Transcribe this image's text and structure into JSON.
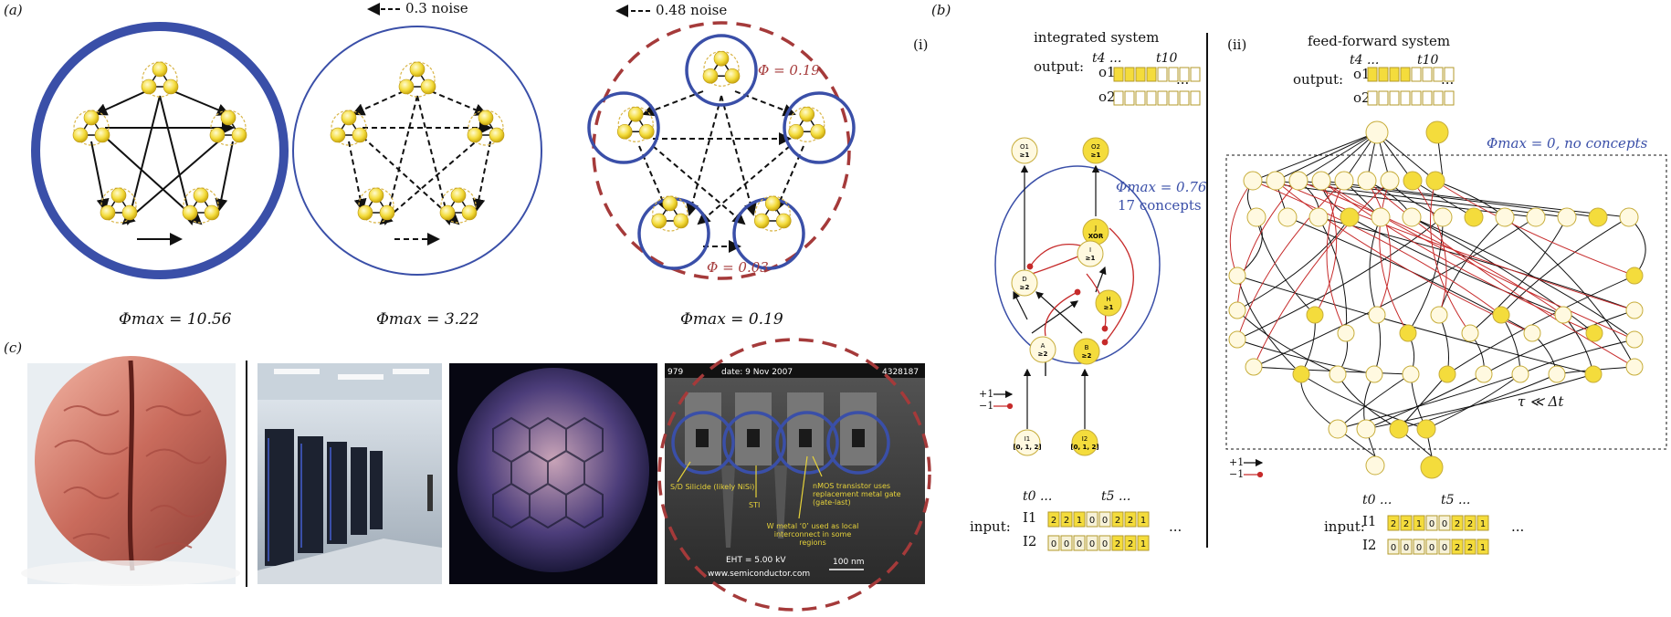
{
  "panel_a": {
    "label": "(a)",
    "noise_1": "0.3 noise",
    "noise_2": "0.48 noise",
    "phi_1": "Φmax = 10.56",
    "phi_2": "Φmax = 3.22",
    "phi_3": "Φmax = 0.19",
    "phi_local": "Φ = 0.19",
    "phi_global": "Φ = 0.03"
  },
  "panel_b": {
    "label": "(b)",
    "part_i": "(i)",
    "part_ii": "(ii)",
    "title_i": "integrated system",
    "title_ii": "feed-forward system",
    "output_label": "output:",
    "input_label": "input:",
    "o1": "o1",
    "o2": "o2",
    "I1": "I1",
    "I2": "I2",
    "t_out_start": "t4 ...",
    "t_out_end": "t10",
    "t_in_start": "t0 ...",
    "t_in_mid": "t5 ...",
    "ellipsis": "...",
    "phi_i": "Φmax = 0.76",
    "concepts_i": "17 concepts",
    "phi_ii": "Φmax = 0, no concepts",
    "legend_pos": "+1",
    "legend_neg": "−1",
    "tau": "τ ≪ Δt",
    "input_row_1": [
      "2",
      "2",
      "1",
      "0",
      "0",
      "2",
      "2",
      "1"
    ],
    "input_row_2": [
      "0",
      "0",
      "0",
      "0",
      "0",
      "2",
      "2",
      "1"
    ],
    "nodes_i": [
      {
        "name": "O1",
        "gate": "≥1"
      },
      {
        "name": "O2",
        "gate": "≥1"
      },
      {
        "name": "J",
        "gate": "XOR"
      },
      {
        "name": "D",
        "gate": "≥2"
      },
      {
        "name": "I",
        "gate": "≥1"
      },
      {
        "name": "H",
        "gate": "≥1"
      },
      {
        "name": "A",
        "gate": "≥2"
      },
      {
        "name": "B",
        "gate": "≥2"
      },
      {
        "name": "I1",
        "gate": "[0, 1, 2]"
      },
      {
        "name": "I2",
        "gate": "[0, 1, 2]"
      }
    ]
  },
  "panel_c": {
    "label": "(c)",
    "sem_date": "date: 9 Nov 2007",
    "sem_left": "979",
    "sem_right": "4328187",
    "sem_silicide": "S/D Silicide (likely NiSi)",
    "sem_sti": "STI",
    "sem_nmos": "nMOS transistor uses replacement metal gate (gate-last)",
    "sem_wmetal": "W metal ‘0’ used as local interconnect in some regions",
    "sem_eht": "EHT = 5.00 kV",
    "sem_site": "www.semiconductor.com",
    "sem_scale": "100 nm"
  },
  "colors": {
    "blue": "#3a4fa8",
    "red_dashed": "#a53a3a",
    "node_yellow": "#f4dc3c",
    "red_edge": "#c62a2a"
  }
}
